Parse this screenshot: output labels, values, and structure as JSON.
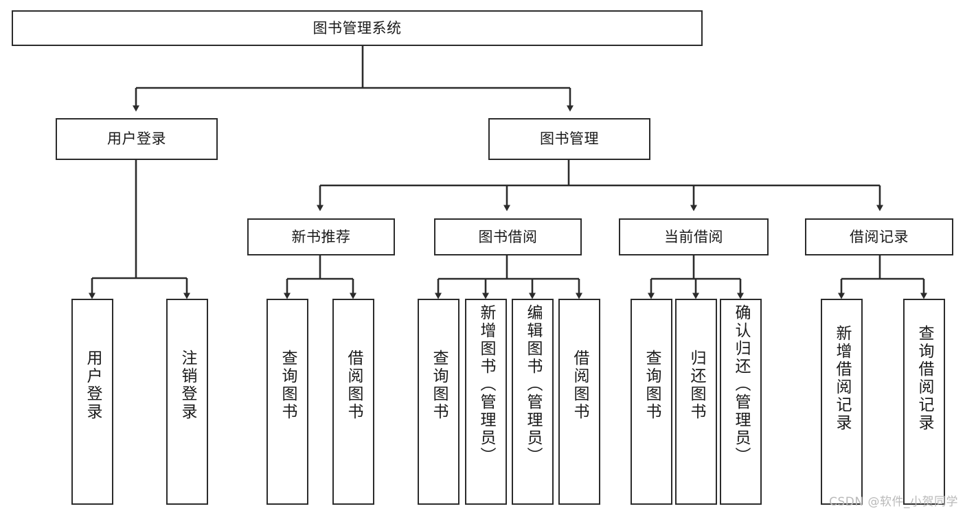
{
  "diagram": {
    "title": "图书管理系统",
    "type": "tree-hierarchy-chart",
    "orientation": "top-down",
    "stroke_color": "#2b2b2b",
    "fill_color": "#ffffff",
    "text_color": "#1a1a1a"
  },
  "nodes": {
    "root": {
      "label": "图书管理系统",
      "level": 1
    },
    "level2": [
      {
        "id": "user-login",
        "label": "用户登录"
      },
      {
        "id": "book-manage",
        "label": "图书管理"
      }
    ],
    "level3": [
      {
        "id": "new-book-recommend",
        "label": "新书推荐"
      },
      {
        "id": "book-borrow",
        "label": "图书借阅"
      },
      {
        "id": "current-borrow",
        "label": "当前借阅"
      },
      {
        "id": "borrow-record",
        "label": "借阅记录"
      }
    ],
    "leaves": {
      "user_login": [
        {
          "id": "leaf-user-login",
          "label": "用户登录"
        },
        {
          "id": "leaf-logout-login",
          "label": "注销登录"
        }
      ],
      "new_book_recommend": [
        {
          "id": "leaf-query-book-1",
          "label": "查询图书"
        },
        {
          "id": "leaf-borrow-book-1",
          "label": "借阅图书"
        }
      ],
      "book_borrow": [
        {
          "id": "leaf-query-book-2",
          "label": "查询图书"
        },
        {
          "id": "leaf-add-book",
          "label": "新增图书（管理员）"
        },
        {
          "id": "leaf-edit-book",
          "label": "编辑图书（管理员）"
        },
        {
          "id": "leaf-borrow-book-2",
          "label": "借阅图书"
        }
      ],
      "current_borrow": [
        {
          "id": "leaf-query-book-3",
          "label": "查询图书"
        },
        {
          "id": "leaf-return-book",
          "label": "归还图书"
        },
        {
          "id": "leaf-confirm-return",
          "label": "确认归还（管理员）"
        }
      ],
      "borrow_record": [
        {
          "id": "leaf-add-record",
          "label": "新增借阅记录"
        },
        {
          "id": "leaf-query-record",
          "label": "查询借阅记录"
        }
      ]
    }
  },
  "watermark": {
    "text": "CSDN @软件_小贺同学"
  }
}
